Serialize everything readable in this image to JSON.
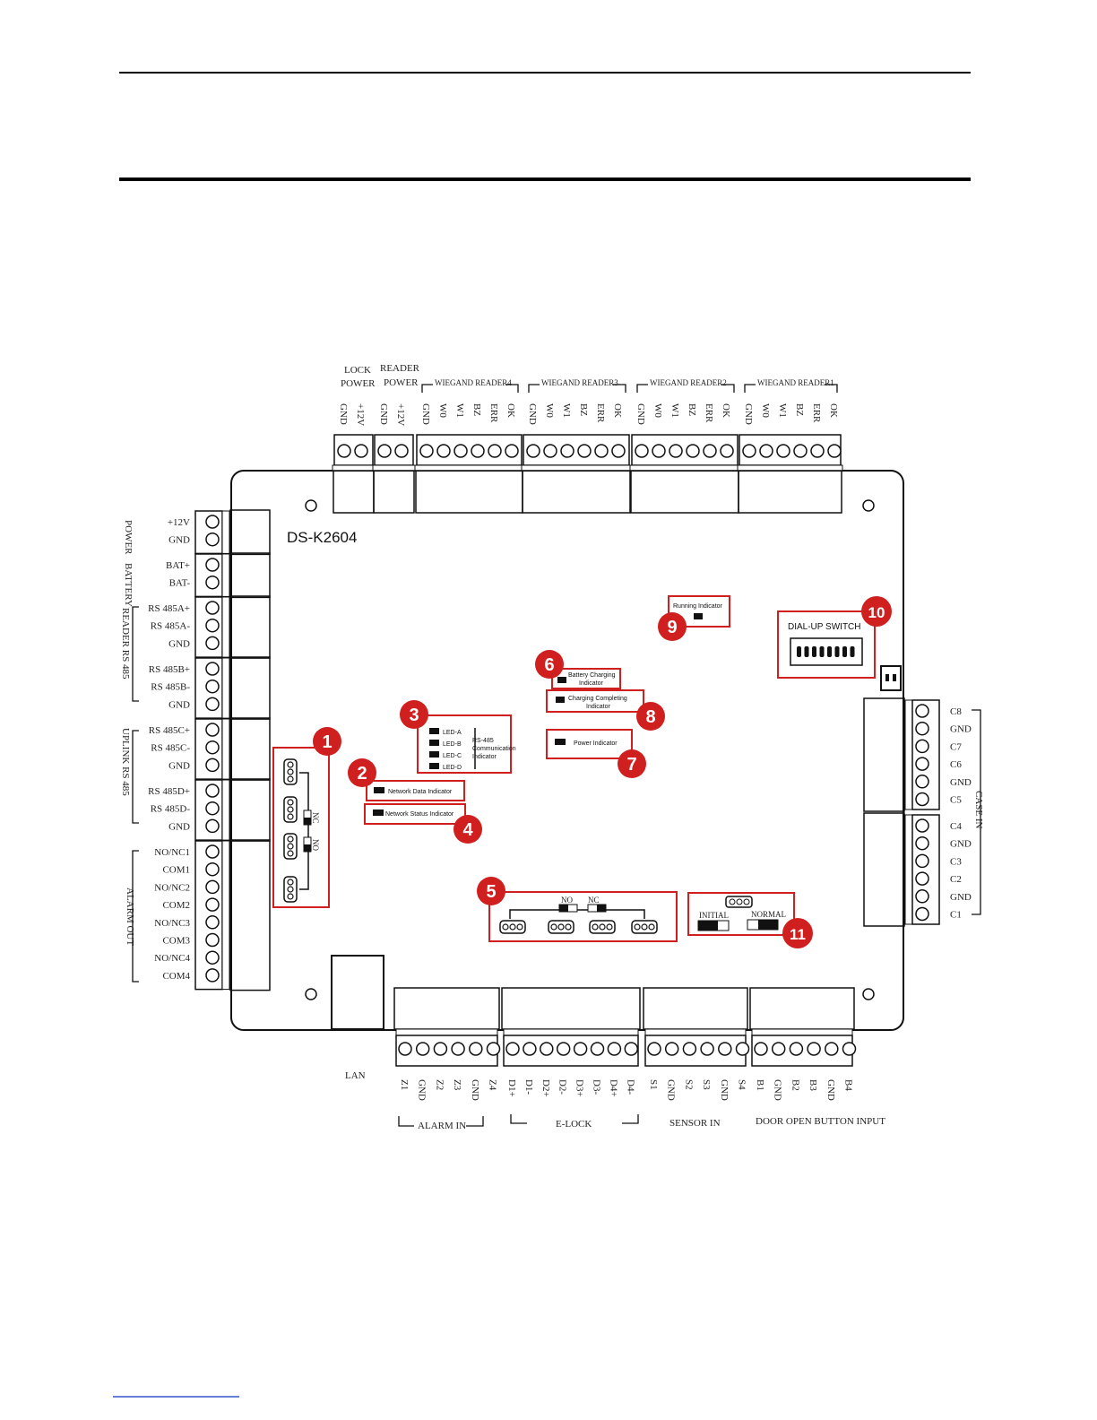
{
  "model": "DS-K2604",
  "top_groups": {
    "lock_power": [
      "LOCK",
      "POWER"
    ],
    "reader_power": [
      "READER",
      "POWER"
    ],
    "wiegand": [
      "WIEGAND READER4",
      "WIEGAND READER3",
      "WIEGAND READER2",
      "WIEGAND READER1"
    ]
  },
  "top_pins": {
    "lock": [
      "GND",
      "+12V"
    ],
    "reader": [
      "GND",
      "+12V"
    ],
    "wiegand": [
      "GND",
      "W0",
      "W1",
      "BZ",
      "ERR",
      "OK"
    ]
  },
  "left_pins": [
    "+12V",
    "GND",
    "BAT+",
    "BAT-",
    "RS 485A+",
    "RS 485A-",
    "GND",
    "RS 485B+",
    "RS 485B-",
    "GND",
    "RS 485C+",
    "RS 485C-",
    "GND",
    "RS 485D+",
    "RS 485D-",
    "GND",
    "NO/NC1",
    "COM1",
    "NO/NC2",
    "COM2",
    "NO/NC3",
    "COM3",
    "NO/NC4",
    "COM4"
  ],
  "left_groups": [
    "POWER",
    "BATTERY",
    "READER RS 485",
    "UPLINK RS 485",
    "ALARM OUT"
  ],
  "right_pins": [
    "C8",
    "GND",
    "C7",
    "C6",
    "GND",
    "C5",
    "C4",
    "GND",
    "C3",
    "C2",
    "GND",
    "C1"
  ],
  "right_group": "CASE IN",
  "bottom_pins": {
    "alarm": [
      "Z1",
      "GND",
      "Z2",
      "Z3",
      "GND",
      "Z4"
    ],
    "elock": [
      "D1+",
      "D1-",
      "D2+",
      "D2-",
      "D3+",
      "D3-",
      "D4+",
      "D4-"
    ],
    "sensor": [
      "S1",
      "GND",
      "S2",
      "S3",
      "GND",
      "S4"
    ],
    "button": [
      "B1",
      "GND",
      "B2",
      "B3",
      "GND",
      "B4"
    ]
  },
  "bottom_groups": [
    "ALARM IN",
    "E-LOCK",
    "SENSOR IN",
    "DOOR OPEN BUTTON INPUT"
  ],
  "lan": "LAN",
  "indicators": {
    "running": "Running Indicator",
    "dialup": "DIAL-UP SWITCH",
    "battery_charging": [
      "Battery Charging",
      "Indicator"
    ],
    "charging_completing": [
      "Charging Completing",
      "Indicator"
    ],
    "power": "Power Indicator",
    "leds": [
      "LED-A",
      "LED-B",
      "LED-C",
      "LED-D"
    ],
    "rs485_comm": [
      "RS-485",
      "Communication",
      "Indicator"
    ],
    "network_data": "Network Data Indicator",
    "network_status": "Network Status Indicator",
    "nc": "NC",
    "no": "NO",
    "initial": "INITIAL",
    "normal": "NORMAL"
  },
  "badges": [
    "1",
    "2",
    "3",
    "4",
    "5",
    "6",
    "7",
    "8",
    "9",
    "10",
    "11"
  ],
  "colors": {
    "accent": "#d01f1f",
    "line": "#111111"
  }
}
